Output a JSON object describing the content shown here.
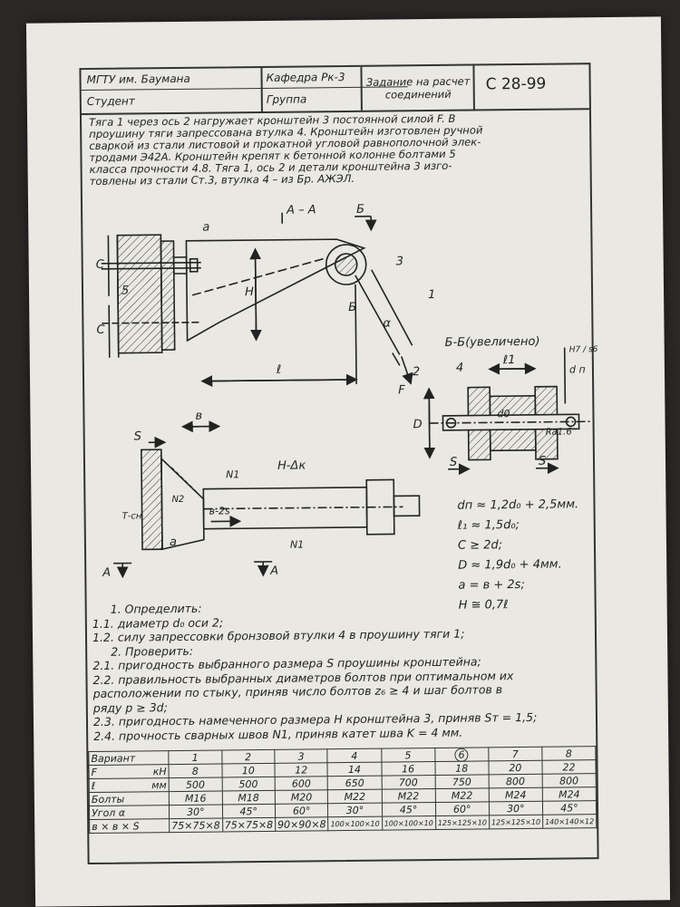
{
  "header": {
    "university": "МГТУ им. Баумана",
    "department": "Кафедра Рк-3",
    "task_title": "Задание на расчет соединений",
    "code": "С 28-99",
    "student_label": "Студент",
    "group_label": "Группа"
  },
  "task_text": [
    "Тяга 1 через ось 2 нагружает кронштейн 3 постоянной силой F. В",
    "проушину тяги запрессована втулка 4. Кронштейн изготовлен ручной",
    "сваркой из стали листовой и прокатной угловой равнополочной элек-",
    "тродами Э42А. Кронштейн крепят к бетонной колонне болтами 5",
    "класса прочности 4.8. Тяга 1, ось 2 и детали кронштейна 3 изго-",
    "товлены из стали Ст.3, втулка 4 – из Бр. АЖЭЛ."
  ],
  "drawing_labels": {
    "section_aa": "А – А",
    "b_marker": "Б",
    "c": "С",
    "a": "а",
    "h": "Н",
    "l": "ℓ",
    "n1": "1",
    "n2": "2",
    "n3": "3",
    "n4": "4",
    "n5": "5",
    "f": "F",
    "alpha": "α",
    "section_bb": "Б-Б(увеличено)",
    "l1": "ℓ1",
    "dn": "d п",
    "h7": "H7 / s6",
    "d_big": "D",
    "d0": "d0",
    "s": "S",
    "ra": "Ra1.6",
    "b": "в",
    "hk": "H-Δк",
    "n1_label": "N1",
    "half_n2": "N2",
    "tcb": "Т-сн",
    "b2s": "в-2s",
    "a_marker": "А"
  },
  "formulas": [
    "dп ≈ 1,2d₀ + 2,5мм.",
    "ℓ₁ ≈ 1,5d₀;",
    "C ≥ 2d;",
    "D ≈ 1,9d₀ + 4мм.",
    "a = в + 2s;",
    "H ≅ 0,7ℓ"
  ],
  "questions": [
    "1. Определить:",
    "1.1. диаметр d₀ оси 2;",
    "1.2. силу запрессовки бронзовой втулки 4 в проушину тяги 1;",
    "2. Проверить:",
    "2.1. пригодность выбранного размера S проушины кронштейна;",
    "2.2. правильность выбранных диаметров болтов при оптимальном их",
    "расположении по стыку, приняв число болтов z₆ ≥ 4 и шаг болтов в",
    "ряду p ≥ 3d;",
    "2.3. пригодность намеченного размера H кронштейна 3, приняв Sт = 1,5;",
    "2.4. прочность сварных швов N1, приняв катет шва K = 4 мм."
  ],
  "table": {
    "rows": [
      {
        "label": "Вариант",
        "unit": "",
        "values": [
          "1",
          "2",
          "3",
          "4",
          "5",
          "6",
          "7",
          "8"
        ]
      },
      {
        "label": "F",
        "unit": "кН",
        "values": [
          "8",
          "10",
          "12",
          "14",
          "16",
          "18",
          "20",
          "22"
        ]
      },
      {
        "label": "ℓ",
        "unit": "мм",
        "values": [
          "500",
          "500",
          "600",
          "650",
          "700",
          "750",
          "800",
          "800"
        ]
      },
      {
        "label": "Болты",
        "unit": "",
        "values": [
          "М16",
          "М18",
          "М20",
          "М22",
          "М22",
          "М22",
          "М24",
          "М24"
        ]
      },
      {
        "label": "Угол α",
        "unit": "",
        "values": [
          "30°",
          "45°",
          "60°",
          "30°",
          "45°",
          "60°",
          "30°",
          "45°"
        ]
      },
      {
        "label": "в × в × S",
        "unit": "",
        "values": [
          "75×75×8",
          "75×75×8",
          "90×90×8",
          "100×100×10",
          "100×100×10",
          "125×125×10",
          "125×125×10",
          "140×140×12"
        ]
      }
    ],
    "circled_variant": "6"
  }
}
